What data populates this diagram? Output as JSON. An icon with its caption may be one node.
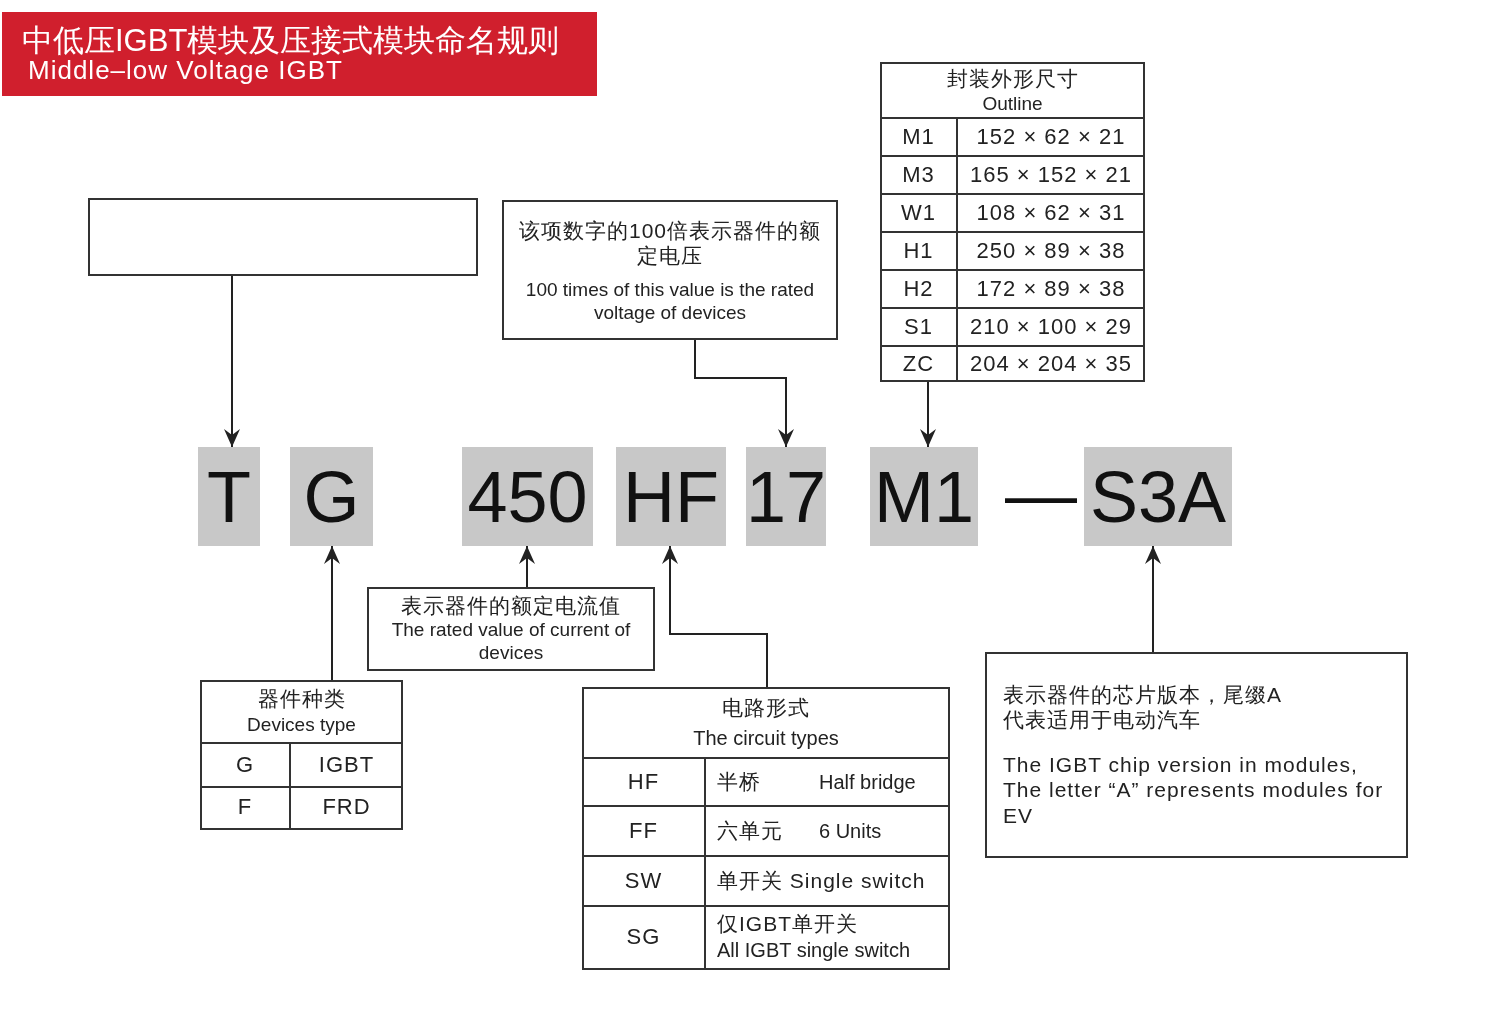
{
  "diagram": {
    "title": "中低压IGBT模块及压接式模块命名规则",
    "nodes": [
      {
        "text": [],
        "shape": "box"
      },
      {
        "text": [
          "该项数字的100倍表示器件的额定电压",
          "100 times of this value is the rated voltage of devices"
        ]
      },
      {
        "text": [
          "封装外形尺寸",
          "Outline",
          "M1",
          "152 × 62 × 21",
          "M3",
          "165 × 152 × 21",
          "W1",
          "108 × 62 × 31",
          "H1",
          "250 × 89 × 38",
          "H2",
          "172 × 89 × 38",
          "S1",
          "210 × 100 × 29",
          "ZC",
          "204 × 204 × 35"
        ]
      },
      {
        "text": [
          "T"
        ]
      },
      {
        "text": [
          "G"
        ]
      },
      {
        "text": [
          "450"
        ]
      },
      {
        "text": [
          "HF"
        ]
      },
      {
        "text": [
          "17"
        ]
      },
      {
        "text": [
          "M1"
        ]
      },
      {
        "text": [
          "S3A"
        ]
      },
      {
        "text": [
          "器件种类",
          "Devices type",
          "G",
          "IGBT",
          "F",
          "FRD"
        ]
      },
      {
        "text": [
          "表示器件的额定电流值",
          "The rated value of current of devices"
        ]
      },
      {
        "text": [
          "电路形式",
          "The circuit types",
          "HF",
          "半桥",
          "Half bridge",
          "FF",
          "六单元",
          "6 Units",
          "SW",
          "单开关 Single switch",
          "SG",
          "仅IGBT单开关",
          "All IGBT single switch"
        ]
      },
      {
        "text": [
          "表示器件的芯片版本，尾缀A代表适用于电动汽车",
          "The IGBT chip version in modules, The letter “A” represents modules for EV"
        ]
      }
    ],
    "edges": [
      {
        "from": 0,
        "to": 3,
        "arrow": "to"
      },
      {
        "from": 1,
        "to": 7,
        "arrow": "to"
      },
      {
        "from": 2,
        "to": 8,
        "arrow": "to"
      },
      {
        "from": 10,
        "to": 4,
        "arrow": "to"
      },
      {
        "from": 11,
        "to": 5,
        "arrow": "to"
      },
      {
        "from": 12,
        "to": 6,
        "arrow": "to"
      },
      {
        "from": 13,
        "to": 9,
        "arrow": "to"
      }
    ],
    "labels": [
      "Middle–low Voltage IGBT",
      "—"
    ]
  }
}
